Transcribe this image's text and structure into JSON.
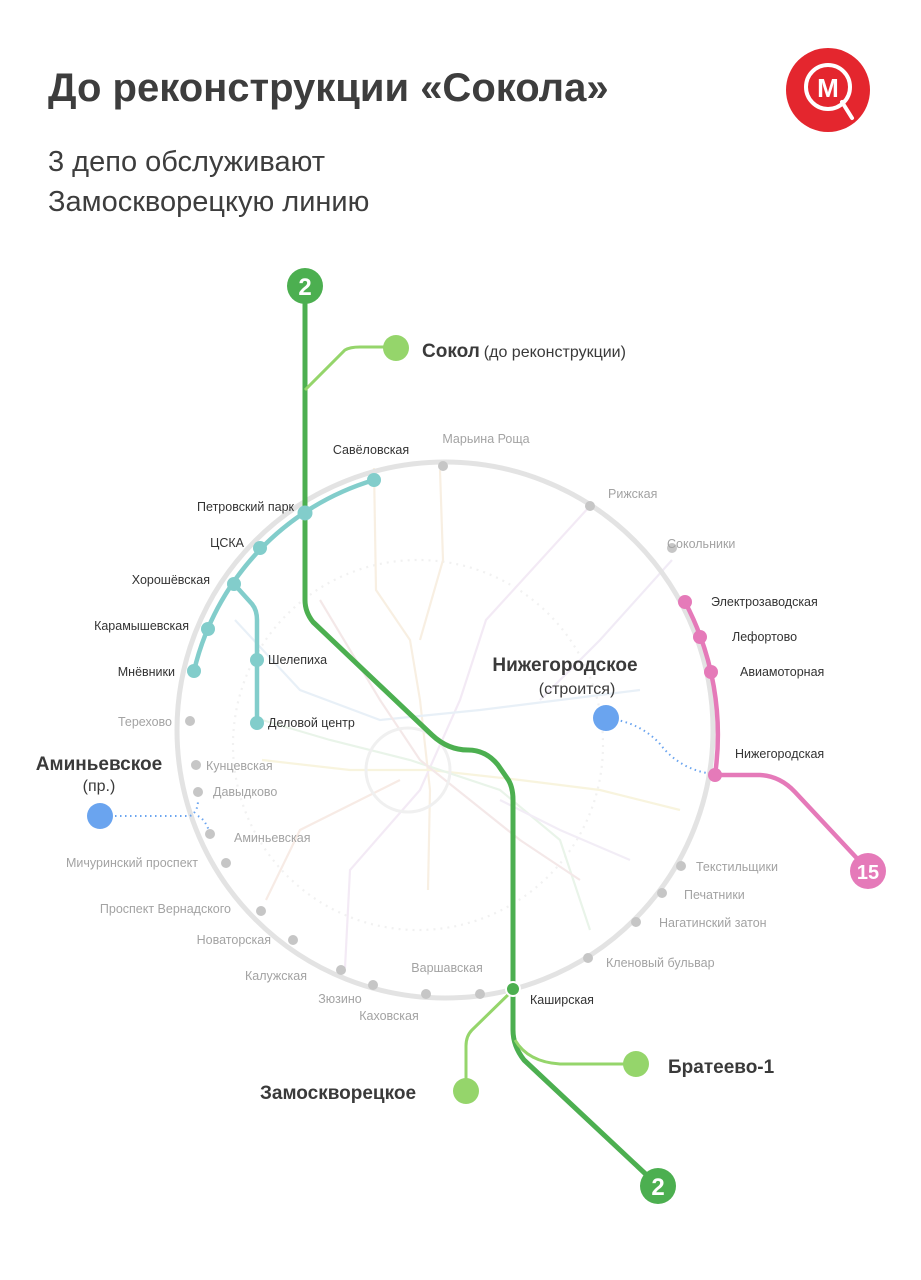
{
  "header": {
    "title": "До реконструкции «Сокола»",
    "subtitle_line1": "3 депо обслуживают",
    "subtitle_line2": "Замоскворецкую линию"
  },
  "logo": {
    "icon": "moscow-metro-logo-icon",
    "letter": "М",
    "color": "#e4262e"
  },
  "colors": {
    "line2": "#4caf50",
    "depot_green": "#95d56b",
    "bcl": "#82cdcb",
    "line15": "#e57ab9",
    "mcc": "#e3e3e3",
    "stub": "#6aa4ef",
    "grey_station": "#c6c6c6"
  },
  "line_badges": {
    "line2_top": "2",
    "line2_bottom": "2",
    "line15": "15"
  },
  "depots": {
    "sokol": {
      "name": "Сокол",
      "note": "(до реконструкции)"
    },
    "zamoskvoretskoe": {
      "name": "Замоскворецкое"
    },
    "brateevo": {
      "name": "Братеево-1"
    },
    "nizhegorodskoe": {
      "name": "Нижегородское",
      "note": "(строится)"
    },
    "aminyevskoe": {
      "name": "Аминьевское",
      "note": "(пр.)"
    }
  },
  "stations": {
    "bcl": [
      "Савёловская",
      "Петровский парк",
      "ЦСКА",
      "Хорошёвская",
      "Карамышевская",
      "Мнёвники",
      "Шелепиха",
      "Деловой центр"
    ],
    "line15": [
      "Электрозаводская",
      "Лефортово",
      "Авиамоторная",
      "Нижегородская"
    ],
    "line2": [
      "Каширская"
    ],
    "other": [
      "Марьина Роща",
      "Рижская",
      "Сокольники",
      "Текстильщики",
      "Печатники",
      "Нагатинский затон",
      "Кленовый бульвар",
      "Варшавская",
      "Каховская",
      "Зюзино",
      "Калужская",
      "Новаторская",
      "Проспект Вернадского",
      "Мичуринский проспект",
      "Аминьевская",
      "Давыдково",
      "Кунцевская",
      "Терехово"
    ]
  }
}
